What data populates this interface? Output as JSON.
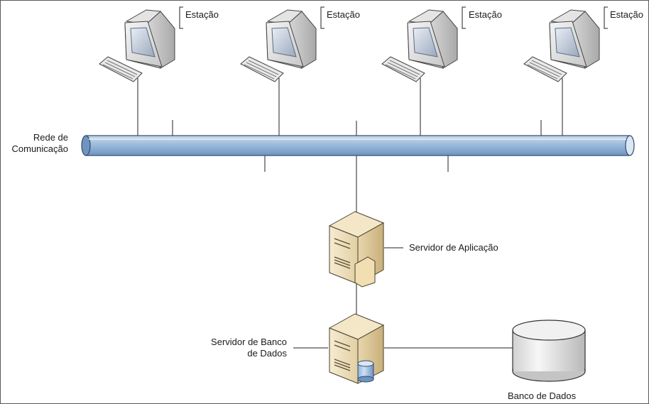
{
  "diagram": {
    "stations": [
      {
        "label": "Estação"
      },
      {
        "label": "Estação"
      },
      {
        "label": "Estação"
      },
      {
        "label": "Estação"
      }
    ],
    "network": {
      "label_line1": "Rede de",
      "label_line2": "Comunicação"
    },
    "app_server": {
      "label": "Servidor de Aplicação"
    },
    "db_server": {
      "label_line1": "Servidor de Banco",
      "label_line2": "de Dados"
    },
    "database": {
      "label": "Banco de Dados"
    }
  }
}
